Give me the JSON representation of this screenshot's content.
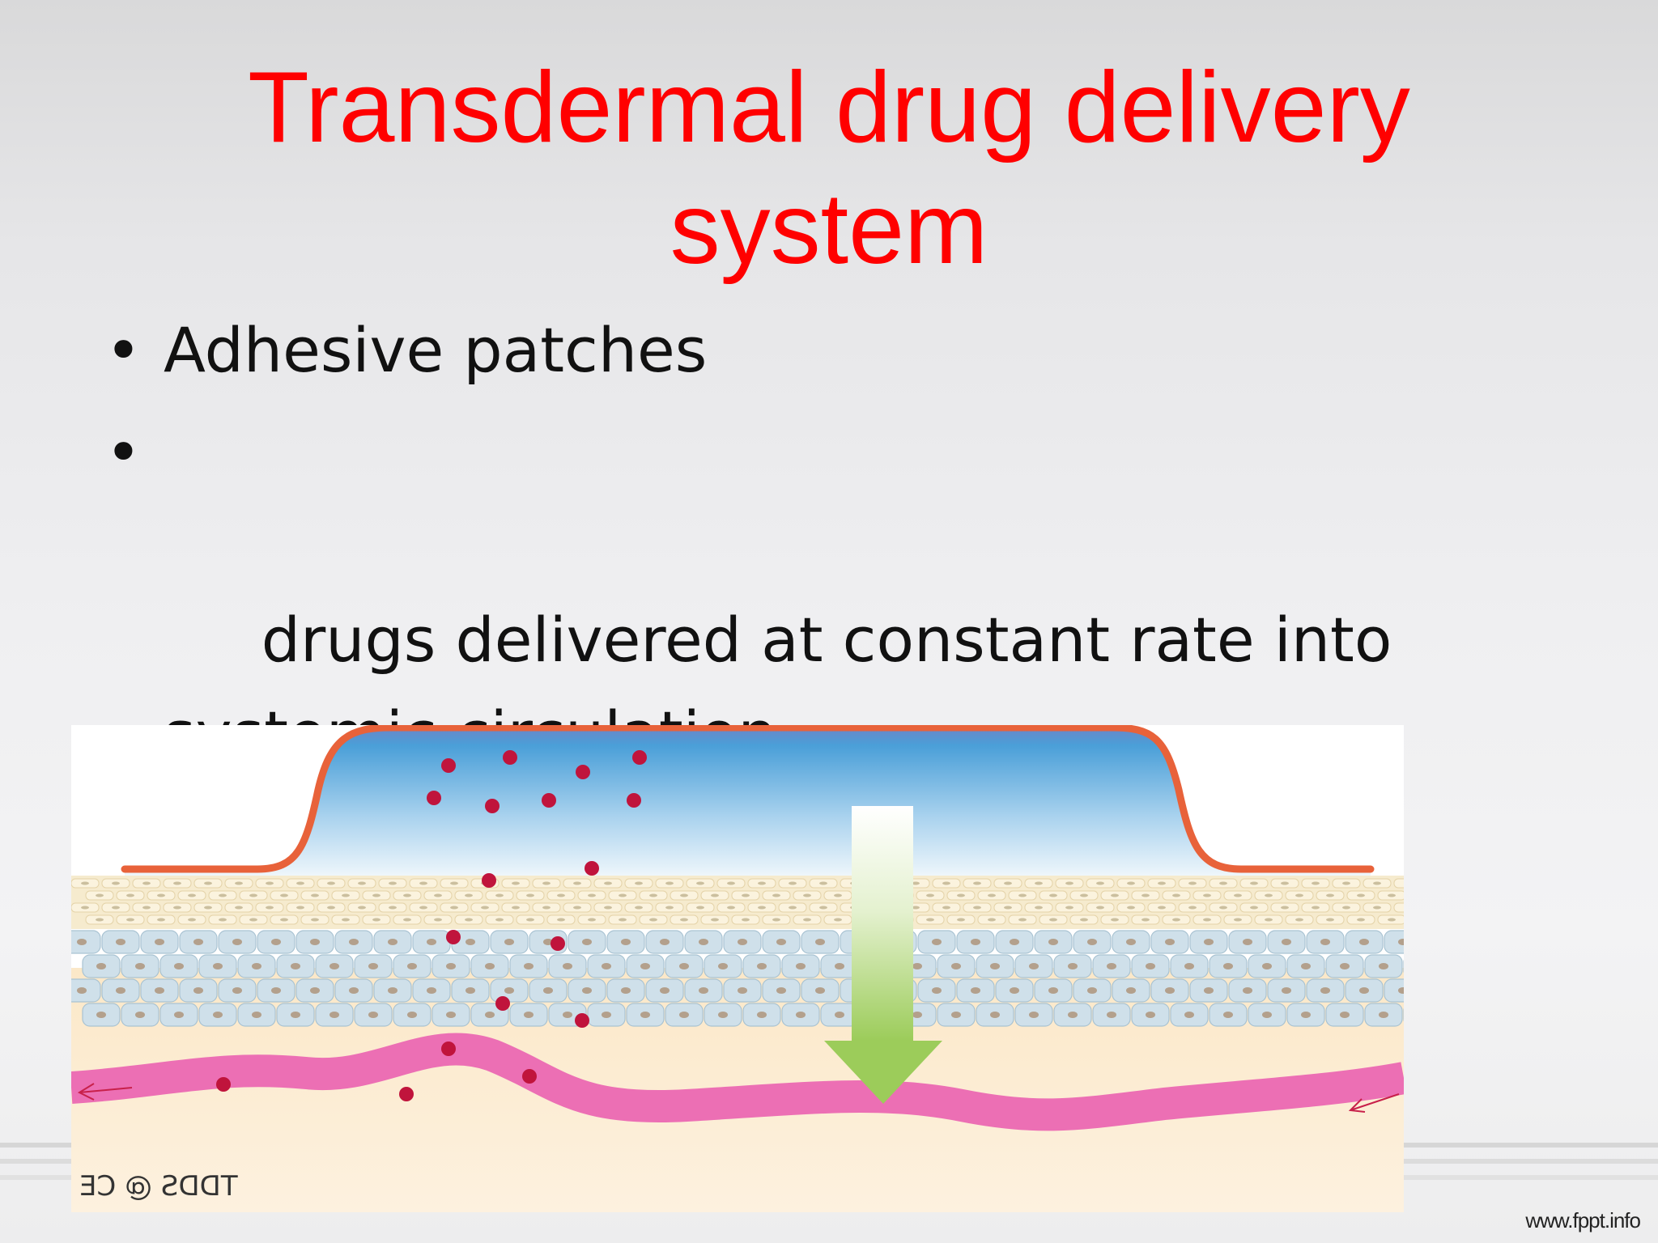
{
  "slide": {
    "title_line1": "Transdermal drug delivery",
    "title_line2": "system",
    "bullets": [
      {
        "text": "Adhesive patches"
      },
      {
        "text": " drugs delivered at constant rate into systemic circulation"
      }
    ]
  },
  "figure": {
    "caption": "TDDS @ CE"
  },
  "footer": {
    "url": "www.fppt.info"
  },
  "colors": {
    "title": "#ff0000",
    "patch_outline": "#e8623a",
    "drug_particle": "#c0143c",
    "blood_vessel": "#ec6fb4",
    "arrow": "#9ccc5a",
    "cell_fill": "#cfe0ea",
    "stratum_fill": "#f6ebce"
  }
}
